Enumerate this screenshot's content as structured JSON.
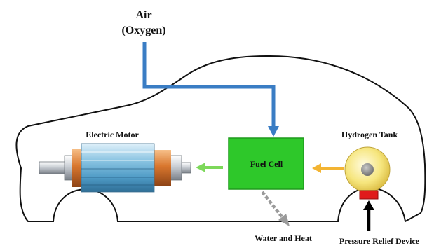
{
  "labels": {
    "air": "Air",
    "oxygen": "(Oxygen)",
    "electric_motor": "Electric Motor",
    "fuel_cell": "Fuel Cell",
    "hydrogen_tank": "Hydrogen Tank",
    "water_heat": "Water and Heat",
    "pressure_relief": "Pressure Relief Device"
  },
  "colors": {
    "air_flow": "#3a7dc4",
    "fuel_cell": "#2ec82a",
    "fuel_cell_border": "#1f9a1c",
    "hydrogen_flow": "#f3b433",
    "power_flow": "#7dd85a",
    "water_flow": "#9a9a9a",
    "tank": "#f3e27a",
    "pressure_device": "#e01b1b",
    "motor_copper": "#d9772e",
    "motor_core": "#6fb3d6"
  }
}
